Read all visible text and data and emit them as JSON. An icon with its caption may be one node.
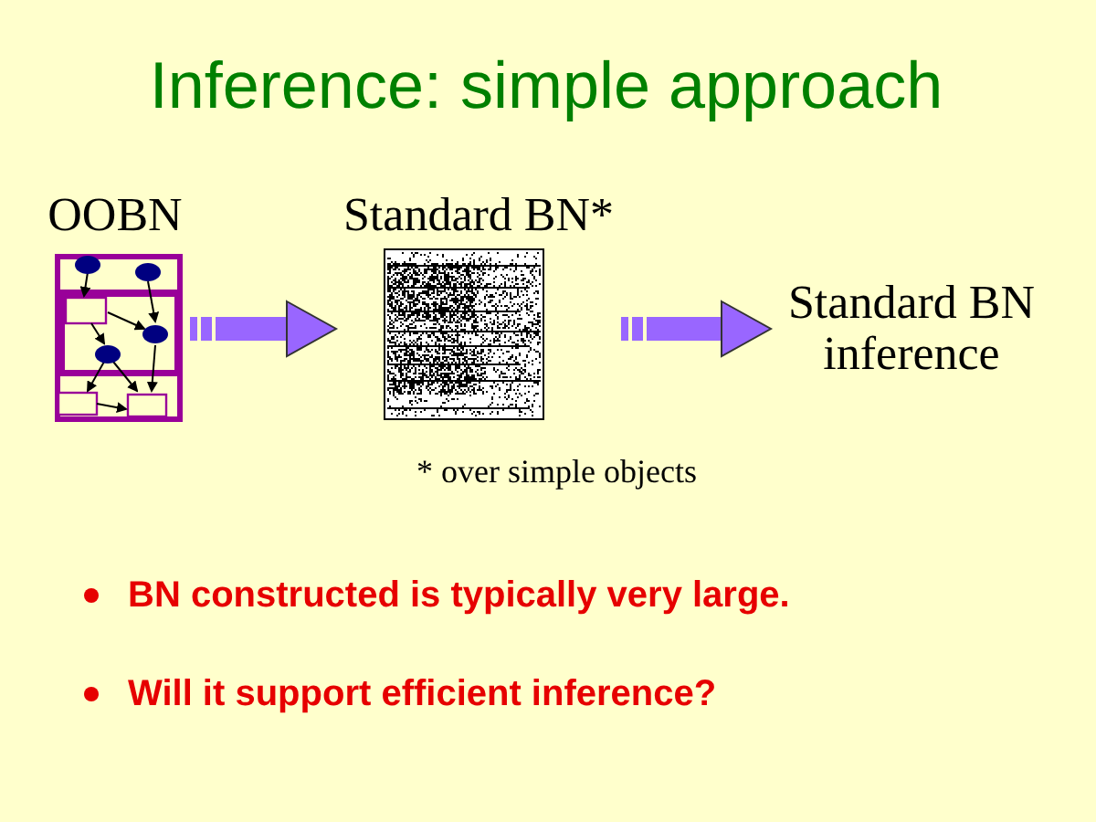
{
  "diagram": {
    "title": "Inference: simple approach",
    "nodes": [
      {
        "text": [
          "OOBN"
        ]
      },
      {
        "text": [
          "Standard BN*"
        ]
      },
      {
        "text": [
          "Standard BN inference"
        ]
      }
    ],
    "edges": [
      {
        "from": 0,
        "to": 1,
        "arrow": "to"
      },
      {
        "from": 1,
        "to": 2,
        "arrow": "to"
      }
    ],
    "labels": [
      "* over simple objects",
      "BN constructed is typically very large.",
      "Will it support efficient inference?"
    ]
  }
}
